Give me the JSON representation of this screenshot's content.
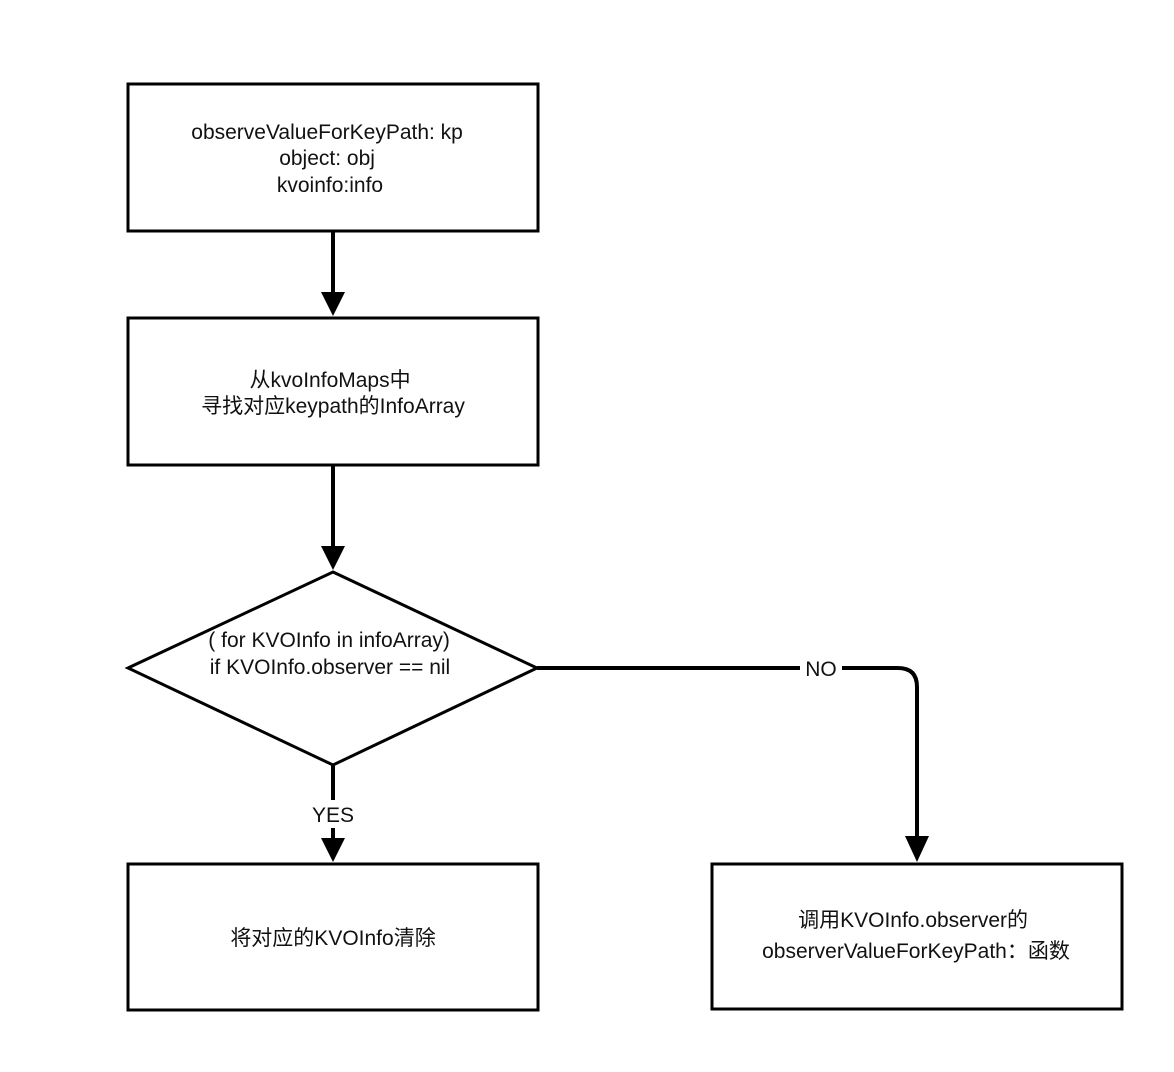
{
  "flowchart": {
    "start": {
      "lines": [
        "observeValueForKeyPath: kp",
        "object: obj",
        "kvoinfo:info"
      ]
    },
    "lookup": {
      "lines": [
        "从kvoInfoMaps中",
        "寻找对应keypath的InfoArray"
      ]
    },
    "decision": {
      "lines": [
        "( for KVOInfo in infoArray)",
        "if KVOInfo.observer == nil"
      ]
    },
    "yes_action": {
      "lines": [
        "将对应的KVOInfo清除"
      ]
    },
    "no_action": {
      "lines": [
        "调用KVOInfo.observer的",
        "observerValueForKeyPath：函数"
      ]
    },
    "edges": {
      "yes_label": "YES",
      "no_label": "NO"
    }
  }
}
